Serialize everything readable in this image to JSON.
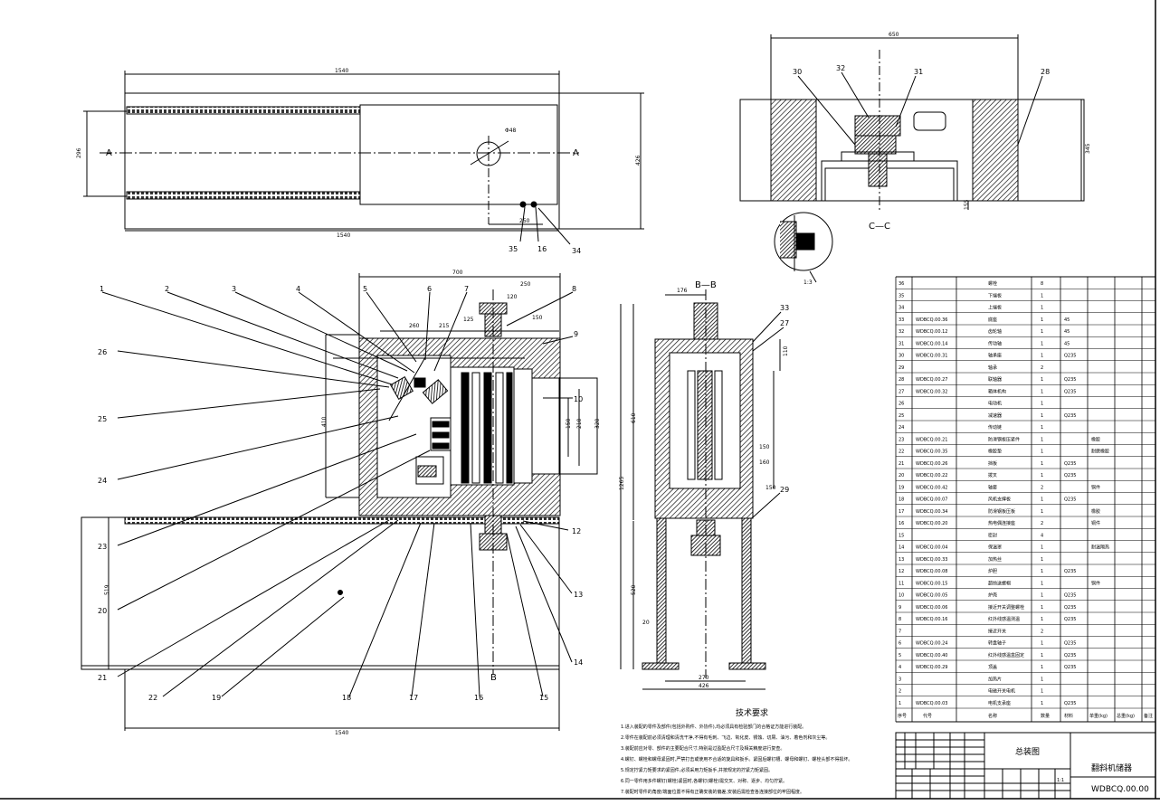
{
  "drawing": {
    "title_block": {
      "drawing_type": "总装图",
      "part_name": "翻斜机储器",
      "drawing_number": "WDBCQ.00.00",
      "scale": "1:1"
    },
    "section_labels": {
      "a_left": "A",
      "a_right": "A",
      "bb": "B—B",
      "b_mark": "B",
      "cc": "C—C"
    },
    "tech_requirements": {
      "heading": "技术要求",
      "lines": [
        "1.进入装配的零件及部件(包括外购件、外协件),均必须具有检验部门的合格证方能进行装配。",
        "2.零件在装配前必须清理和清洗干净,不得有毛刺、飞边、氧化皮、锈蚀、切屑、油污、着色剂和灰尘等。",
        "3.装配前应对零、部件的主要配合尺寸,特别是过盈配合尺寸及相关精度进行复查。",
        "4.螺钉、螺栓和螺母紧固时,严禁打击或使用不合适的旋具和扳手。紧固后螺钉槽、螺母和螺钉、螺栓头部不得损坏。",
        "5.规定拧紧力矩要求的紧固件,必须采用力矩扳手,并按规定的拧紧力矩紧固。",
        "6.同一零件用多件螺钉(螺栓)紧固时,各螺钉(螺栓)需交叉、对称、逐步、均匀拧紧。",
        "7.装配时零件的角度/端面位置不得有正确安装的偏差,安装后需检查各连接部位的牢固程度。"
      ]
    },
    "top_view": {
      "dims": {
        "overall": "1540",
        "bottom": "1540",
        "height": "296",
        "right": "426",
        "diameter": "Φ48",
        "offset": "250"
      },
      "balloons": [
        "35",
        "16",
        "34"
      ]
    },
    "front_view": {
      "dims": {
        "width": "700",
        "top_a": "260",
        "top_b": "215",
        "top_c": "125",
        "top_d": "250",
        "top_e": "150",
        "stem": "120",
        "left_h": "410",
        "vert": "519",
        "right_a": "150",
        "right_b": "210",
        "right_c": "320",
        "bottom": "1540"
      },
      "balloons_top": [
        "1",
        "2",
        "3",
        "4",
        "5",
        "6",
        "7",
        "8"
      ],
      "balloons_left": [
        "26",
        "25",
        "24",
        "23",
        "20",
        "21",
        "22",
        "19"
      ],
      "balloons_bottom": [
        "18",
        "17",
        "16",
        "15"
      ],
      "balloons_right": [
        "9",
        "10",
        "12",
        "13",
        "14"
      ]
    },
    "side_view": {
      "dims": {
        "top": "176",
        "right_top": "110",
        "right_mid": "150",
        "right_b": "160",
        "right_c": "150",
        "left_tall": "1265",
        "left_a": "610",
        "left_b": "520",
        "mid": "20",
        "bottom_a": "270",
        "bottom_b": "426"
      },
      "balloons": [
        "33",
        "27",
        "29"
      ]
    },
    "cc_view": {
      "dims": {
        "top": "650",
        "right": "345",
        "small": "155",
        "scale_note": "1:3"
      },
      "balloons": [
        "30",
        "32",
        "31",
        "28"
      ]
    },
    "parts_table": {
      "header": [
        "序号",
        "代号",
        "名称",
        "数量",
        "材料",
        "单重(kg)",
        "总重(kg)",
        "备注"
      ],
      "rows": [
        [
          "36",
          "",
          "螺栓",
          "8",
          "",
          ""
        ],
        [
          "35",
          "",
          "下端板",
          "1",
          "",
          ""
        ],
        [
          "34",
          "",
          "上端板",
          "1",
          "",
          ""
        ],
        [
          "33",
          "WDBCQ.00.36",
          "底座",
          "1",
          "45",
          ""
        ],
        [
          "32",
          "WDBCQ.00.12",
          "齿轮轴",
          "1",
          "45",
          ""
        ],
        [
          "31",
          "WDBCQ.00.14",
          "传动轴",
          "1",
          "45",
          ""
        ],
        [
          "30",
          "WDBCQ.00.31",
          "轴承座",
          "1",
          "Q235",
          ""
        ],
        [
          "29",
          "",
          "轴承",
          "2",
          "",
          ""
        ],
        [
          "28",
          "WDBCQ.00.27",
          "联轴器",
          "1",
          "Q235",
          ""
        ],
        [
          "27",
          "WDBCQ.00.32",
          "箱体机构",
          "1",
          "Q235",
          ""
        ],
        [
          "26",
          "",
          "电动机",
          "1",
          "",
          ""
        ],
        [
          "25",
          "",
          "减速器",
          "1",
          "Q235",
          ""
        ],
        [
          "24",
          "",
          "传动链",
          "1",
          "",
          ""
        ],
        [
          "23",
          "WDBCQ.00.21",
          "防滑钢板压紧件",
          "1",
          "",
          "橡胶"
        ],
        [
          "22",
          "WDBCQ.00.35",
          "橡胶垫",
          "1",
          "",
          "耐磨橡胶"
        ],
        [
          "21",
          "WDBCQ.00.26",
          "挡板",
          "1",
          "Q235",
          ""
        ],
        [
          "20",
          "WDBCQ.00.22",
          "拨叉",
          "1",
          "Q235",
          ""
        ],
        [
          "19",
          "WDBCQ.00.42",
          "轴套",
          "2",
          "",
          "铜件"
        ],
        [
          "18",
          "WDBCQ.00.07",
          "风机支撑板",
          "1",
          "Q235",
          ""
        ],
        [
          "17",
          "WDBCQ.00.34",
          "防滑钢板压板",
          "1",
          "",
          "橡胶"
        ],
        [
          "16",
          "WDBCQ.00.20",
          "热电偶连接座",
          "2",
          "",
          "铜件"
        ],
        [
          "15",
          "",
          "密封",
          "4",
          "",
          ""
        ],
        [
          "14",
          "WDBCQ.00.04",
          "保温罩",
          "1",
          "",
          "耐温隔热"
        ],
        [
          "13",
          "WDBCQ.00.33",
          "加热丝",
          "1",
          "",
          ""
        ],
        [
          "12",
          "WDBCQ.00.08",
          "炉胆",
          "1",
          "Q235",
          ""
        ],
        [
          "11",
          "WDBCQ.00.15",
          "超前送螺帽",
          "1",
          "",
          "铜件"
        ],
        [
          "10",
          "WDBCQ.00.05",
          "炉壳",
          "1",
          "Q235",
          ""
        ],
        [
          "9",
          "WDBCQ.00.06",
          "接近开关调整螺栓",
          "1",
          "Q235",
          ""
        ],
        [
          "8",
          "WDBCQ.00.16",
          "红外线感温测温",
          "1",
          "Q235",
          ""
        ],
        [
          "7",
          "",
          "接近开关",
          "2",
          "",
          ""
        ],
        [
          "6",
          "WDBCQ.00.24",
          "转盘轴子",
          "1",
          "Q235",
          ""
        ],
        [
          "5",
          "WDBCQ.00.40",
          "红外线感温盒固定",
          "1",
          "Q235",
          ""
        ],
        [
          "4",
          "WDBCQ.00.29",
          "顶盖",
          "1",
          "Q235",
          ""
        ],
        [
          "3",
          "",
          "加热片",
          "1",
          "",
          ""
        ],
        [
          "2",
          "",
          "电磁开关电机",
          "1",
          "",
          ""
        ],
        [
          "1",
          "WDBCQ.00.03",
          "电机支承座",
          "1",
          "Q235",
          ""
        ]
      ]
    }
  }
}
